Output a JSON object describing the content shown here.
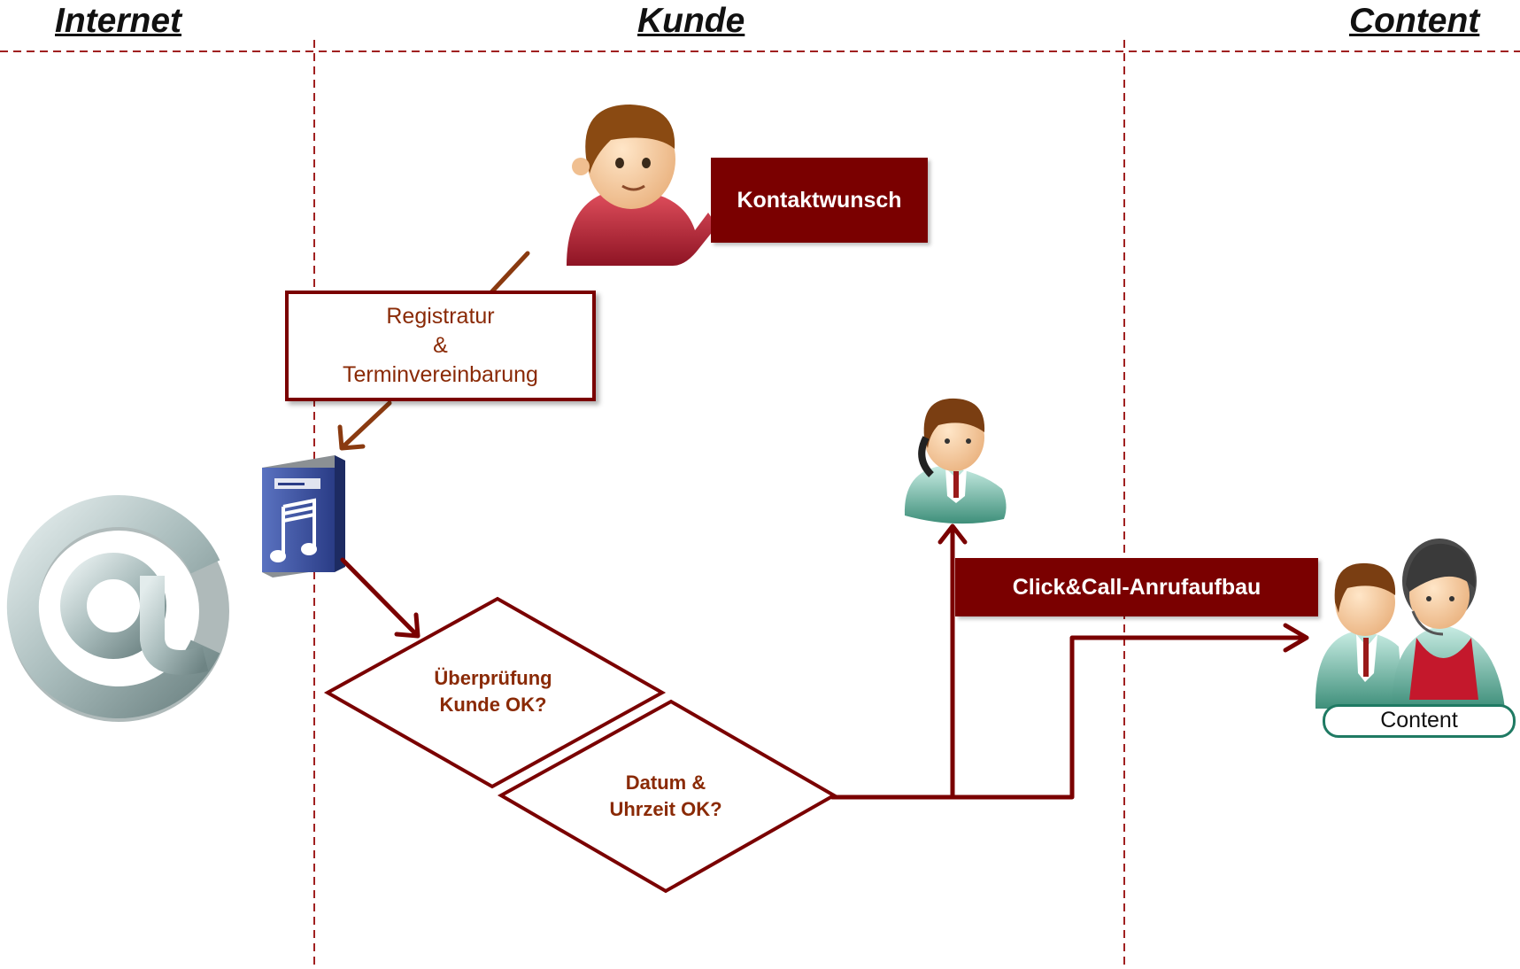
{
  "lanes": {
    "internet": "Internet",
    "kunde": "Kunde",
    "content": "Content"
  },
  "nodes": {
    "kontaktwunsch": "Kontaktwunsch",
    "registratur": [
      "Registratur",
      "&",
      "Terminvereinbarung"
    ],
    "ueberpruefung": [
      "Überprüfung",
      "Kunde OK?"
    ],
    "datum": [
      "Datum &",
      "Uhrzeit OK?"
    ],
    "click_call": "Click&Call-Anrufaufbau",
    "content_label": "Content"
  },
  "icons": {
    "at_sign": "at-sign-icon",
    "customer": "customer-person-icon",
    "server": "music-server-icon",
    "agent": "phone-agent-icon",
    "content_people": "content-agents-icon"
  },
  "colors": {
    "primary": "#7a0000",
    "text_accent": "#8a2a06",
    "lane_divider": "#a02020"
  }
}
